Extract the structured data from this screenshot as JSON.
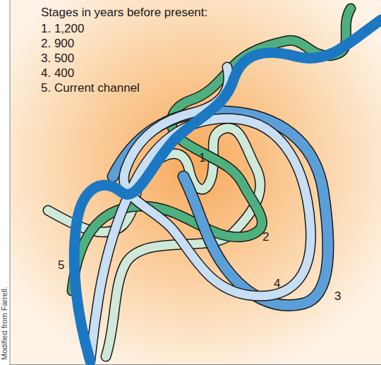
{
  "diagram": {
    "title": "Stages in years before present:",
    "labels": [
      "1. 1,200",
      "2. 900",
      "3. 500",
      "4. 400",
      "5. Current channel",
      "1",
      "2",
      "3",
      "4",
      "5",
      "Modified from Farrell."
    ]
  }
}
